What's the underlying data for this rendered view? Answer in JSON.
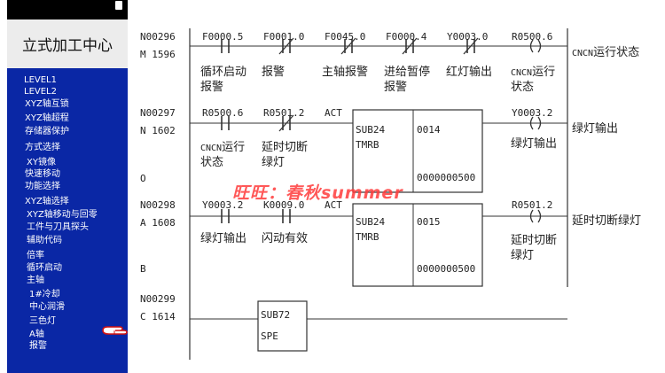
{
  "sidebar": {
    "title": "立式加工中心",
    "items": [
      {
        "label": "LEVEL1"
      },
      {
        "label": "LEVEL2"
      },
      {
        "label": "XYZ轴互锁"
      },
      {
        "label": "XYZ轴超程"
      },
      {
        "label": "存储器保护"
      },
      {
        "label": "方式选择"
      },
      {
        "label": "XY镜像"
      },
      {
        "label": "快速移动"
      },
      {
        "label": "功能选择"
      },
      {
        "label": "XYZ轴选择"
      },
      {
        "label": "XYZ轴移动与回零"
      },
      {
        "label": "工件与刀具探头"
      },
      {
        "label": "辅助代码"
      },
      {
        "label": "倍率"
      },
      {
        "label": "循环启动"
      },
      {
        "label": "主轴"
      },
      {
        "label": "1#冷却"
      },
      {
        "label": "中心润滑"
      },
      {
        "label": "三色灯"
      },
      {
        "label": "A轴"
      },
      {
        "label": "报警"
      }
    ],
    "pointer_icon": "pointing-hand-icon"
  },
  "ladder": {
    "rungs": [
      {
        "number": "N00296",
        "step": "M 1596",
        "contacts": [
          {
            "address": "F0000.5",
            "type": "NO",
            "comment_l1": "循环启动",
            "comment_l2": "报警"
          },
          {
            "address": "F0001.0",
            "type": "NC",
            "comment_l1": "报警",
            "comment_l2": ""
          },
          {
            "address": "F0045.0",
            "type": "NC",
            "comment_l1": "主轴报警",
            "comment_l2": ""
          },
          {
            "address": "F0000.4",
            "type": "NC",
            "comment_l1": "进给暂停",
            "comment_l2": "报警"
          },
          {
            "address": "Y0003.0",
            "type": "NC",
            "comment_l1": "红灯输出",
            "comment_l2": ""
          }
        ],
        "coil": {
          "address": "R0500.6",
          "comment_prefix": "CNCN",
          "comment_l1": "运行",
          "comment_l2": "状态"
        },
        "right_prefix": "CNCN",
        "right_label": "运行状态"
      },
      {
        "number": "N00297",
        "step": "N 1602",
        "extra_label": "O",
        "contacts": [
          {
            "address": "R0500.6",
            "type": "NO",
            "comment_prefix": "CNCN",
            "comment_l1": "运行",
            "comment_l2": "状态"
          },
          {
            "address": "R0501.2",
            "type": "NC",
            "comment_l1": "延时切断",
            "comment_l2": "绿灯"
          }
        ],
        "act": "ACT",
        "func": {
          "name": "SUB24",
          "type": "TMRB",
          "p1": "0014",
          "p2": "0000000500"
        },
        "coil": {
          "address": "Y0003.2",
          "comment_l1": "绿灯输出",
          "comment_l2": ""
        },
        "right_label": "绿灯输出"
      },
      {
        "number": "N00298",
        "step": "A 1608",
        "extra_label": "B",
        "contacts": [
          {
            "address": "Y0003.2",
            "type": "NO",
            "comment_l1": "绿灯输出",
            "comment_l2": ""
          },
          {
            "address": "K0009.0",
            "type": "NO",
            "comment_l1": "闪动有效",
            "comment_l2": ""
          }
        ],
        "act": "ACT",
        "func": {
          "name": "SUB24",
          "type": "TMRB",
          "p1": "0015",
          "p2": "0000000500"
        },
        "coil": {
          "address": "R0501.2",
          "comment_l1": "延时切断",
          "comment_l2": "绿灯"
        },
        "right_label": "延时切断绿灯"
      },
      {
        "number": "N00299",
        "step": "C 1614",
        "func": {
          "name": "SUB72",
          "type": "SPE"
        }
      }
    ]
  },
  "watermark": "旺旺：春秋summer",
  "colors": {
    "nav_bg": "#0a27a5",
    "title_bg": "#ececec",
    "line": "#333333",
    "watermark": "#ff3b3b"
  }
}
